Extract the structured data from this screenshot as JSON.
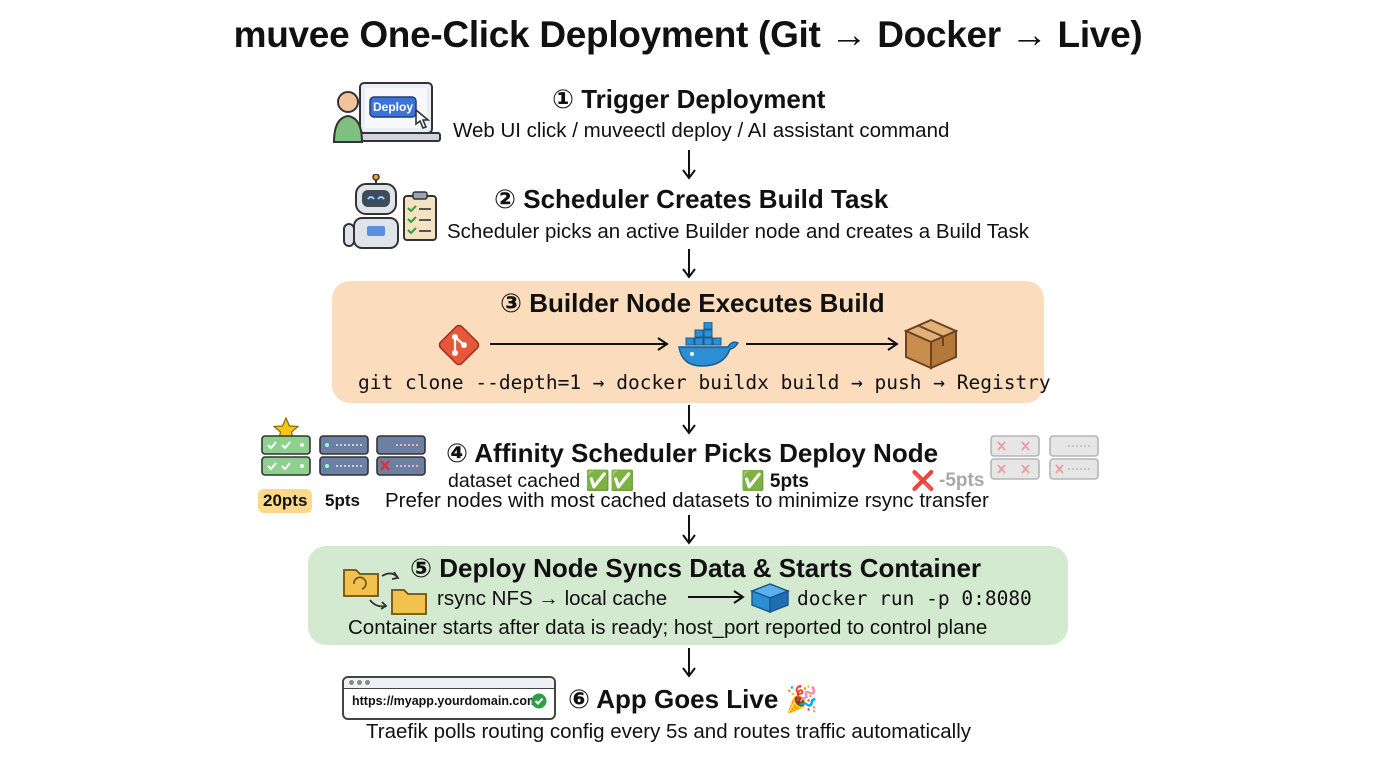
{
  "title": "muvee One-Click Deployment (Git → Docker → Live)",
  "steps": [
    {
      "heading": "① Trigger Deployment",
      "subtitle": "Web UI click / muveectl deploy / AI assistant command",
      "icon_label": "Deploy"
    },
    {
      "heading": "② Scheduler Creates Build Task",
      "subtitle": "Scheduler picks an active Builder node and creates a Build Task"
    },
    {
      "heading": "③ Builder Node Executes Build",
      "command": "git clone --depth=1 → docker buildx build → push → Registry"
    },
    {
      "heading": "④ Affinity Scheduler Picks Deploy Node",
      "cached_label": "dataset cached ✅✅",
      "mid_score": "✅ 5pts",
      "neg_score_mark": "❌",
      "neg_score": "-5pts",
      "badge_20": "20pts",
      "badge_5": "5pts",
      "subtitle": "Prefer nodes with most cached datasets to minimize rsync transfer"
    },
    {
      "heading": "⑤ Deploy Node Syncs Data & Starts Container",
      "rsync": "rsync NFS → local cache",
      "docker_cmd": "docker run -p 0:8080",
      "subtitle": "Container starts after data is ready; host_port reported to control plane"
    },
    {
      "heading": "⑥ App Goes Live 🎉",
      "url": "https://myapp.yourdomain.com",
      "subtitle": "Traefik polls routing config every 5s and routes traffic automatically"
    }
  ],
  "colors": {
    "builder_panel": "#fbdcbc",
    "deploy_panel": "#d4ead0",
    "git": "#e8573a",
    "docker": "#2c8fd6",
    "check_green": "#2f9e44",
    "cross_red": "#e03131",
    "badge_yellow": "#fcd98a"
  },
  "icons": [
    "user-laptop-icon",
    "robot-clipboard-icon",
    "git-icon",
    "docker-whale-icon",
    "package-box-icon",
    "server-stack-icon",
    "folder-sync-icon",
    "container-icon",
    "browser-url-icon",
    "party-popper-icon"
  ]
}
